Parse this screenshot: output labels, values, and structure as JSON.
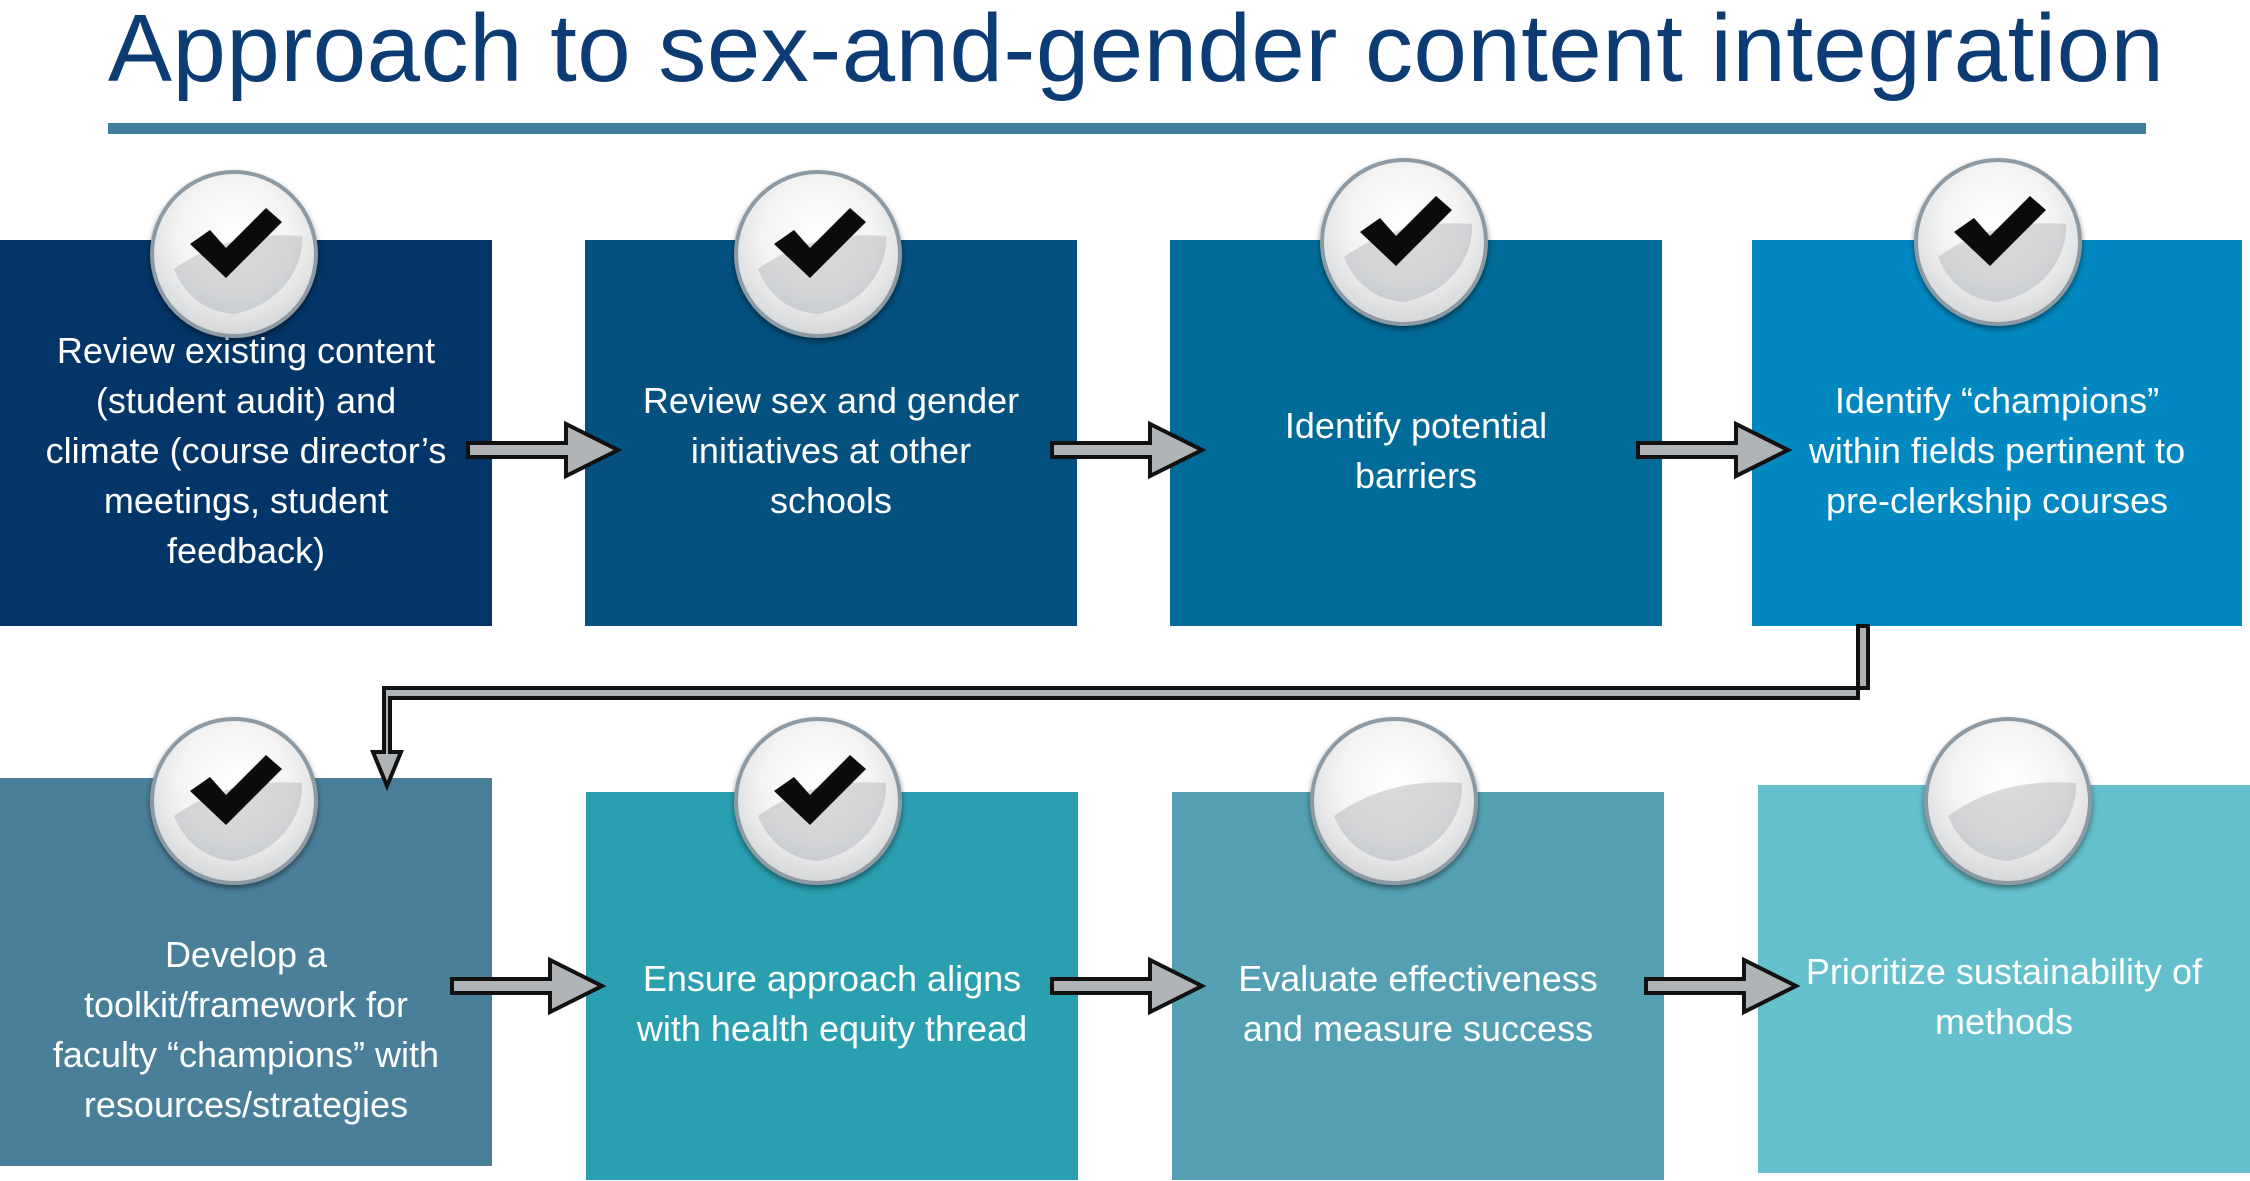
{
  "title": "Approach to sex-and-gender content integration",
  "colors": {
    "title": "#0d3b73",
    "rule": "#3f7f9e",
    "step1": "#033568",
    "step2": "#04507f",
    "step3": "#006b98",
    "step4": "#0288c0",
    "step5": "#4a7f9a",
    "step6": "#2a9fb0",
    "step7": "#54a0b2",
    "step8": "#63c0cc"
  },
  "steps": [
    {
      "label": "Review existing content (student audit) and climate (course director’s meetings, student feedback)",
      "completed": true
    },
    {
      "label": "Review sex and gender initiatives at other schools",
      "completed": true
    },
    {
      "label": "Identify potential barriers",
      "completed": true
    },
    {
      "label": "Identify “champions” within fields pertinent to pre-clerkship courses",
      "completed": true
    },
    {
      "label": "Develop a toolkit/framework for faculty “champions” with resources/strategies",
      "completed": true
    },
    {
      "label": "Ensure approach aligns with health equity thread",
      "completed": true
    },
    {
      "label": "Evaluate effectiveness and measure success",
      "completed": false
    },
    {
      "label": "Prioritize sustainability of methods",
      "completed": false
    }
  ]
}
